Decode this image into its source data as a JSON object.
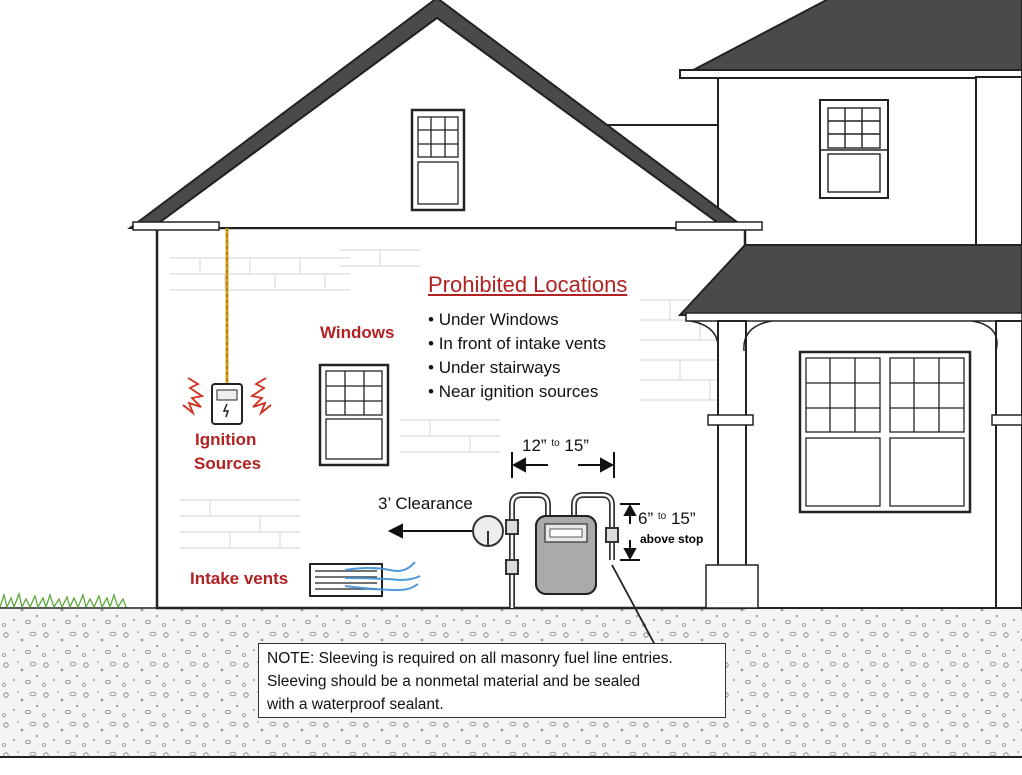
{
  "heading": "Prohibited Locations",
  "prohibited": [
    "Under Windows",
    "In front of intake vents",
    "Under stairways",
    "Near ignition sources"
  ],
  "labels": {
    "windows": "Windows",
    "ignition_line1": "Ignition",
    "ignition_line2": "Sources",
    "intake_vents": "Intake vents",
    "clearance": "3’ Clearance",
    "width_from": "12”",
    "width_to_word": "to",
    "width_to": "15”",
    "height_from": "6”",
    "height_to_word": "to",
    "height_to": "15”",
    "height_note": "above stop"
  },
  "note": [
    "NOTE: Sleeving is required on all masonry fuel line entries.",
    "Sleeving should be a nonmetal material and be sealed",
    "with a waterproof sealant."
  ],
  "colors": {
    "accent_red": "#b22222",
    "roof": "#4a4a4a",
    "line": "#222222",
    "wire": "#d4a017",
    "air": "#3a8fd8",
    "grass": "#5aa83a"
  }
}
